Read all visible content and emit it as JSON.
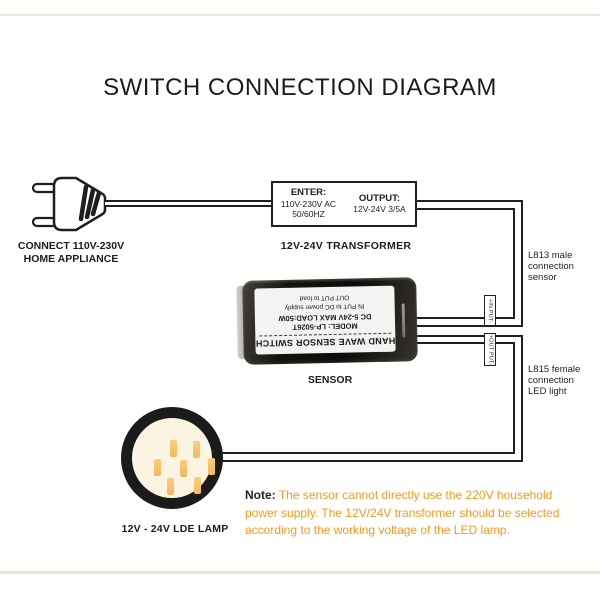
{
  "page": {
    "title": "SWITCH CONNECTION DIAGRAM"
  },
  "colors": {
    "note_orange": "#f59a23",
    "wire_black": "#1f1f1f",
    "led_chip_amber": "#f6c269",
    "lamp_face_cream": "#fcf4e3",
    "top_rule": "#e8e6de",
    "bottom_rule": "#dfe9d9"
  },
  "plug": {
    "label_line1": "CONNECT 110V-230V",
    "label_line2": "HOME APPLIANCE"
  },
  "transformer": {
    "enter_title": "ENTER:",
    "enter_voltage": "110V-230V AC",
    "enter_freq": "50/60HZ",
    "output_title": "OUTPUT:",
    "output_rating": "12V-24V 3/5A",
    "caption": "12V-24V TRANSFORMER"
  },
  "sensor": {
    "caption": "SENSOR",
    "device": {
      "title": "HAND WAVE SENSOR SWITCH",
      "model": "MODEL: LP-5026T",
      "spec": "DC 5-24V MAX LOAD:50W",
      "input_line": "IN PUT to DC power supply",
      "output_line": "OUT PUT to load"
    }
  },
  "connectors": {
    "input_tag": "+IN PUT-",
    "output_tag": "+OUT PUT-",
    "l813_lines": [
      "L813 male",
      "connection",
      "sensor"
    ],
    "l815_lines": [
      "L815 female",
      "connection",
      "LED light"
    ]
  },
  "lamp": {
    "caption": "12V - 24V LDE LAMP"
  },
  "note": {
    "prefix": "Note:",
    "lines": [
      "The sensor cannot directly use the 220V household",
      "power supply. The 12V/24V transformer should be selected",
      "according to the working voltage of the LED lamp."
    ]
  }
}
